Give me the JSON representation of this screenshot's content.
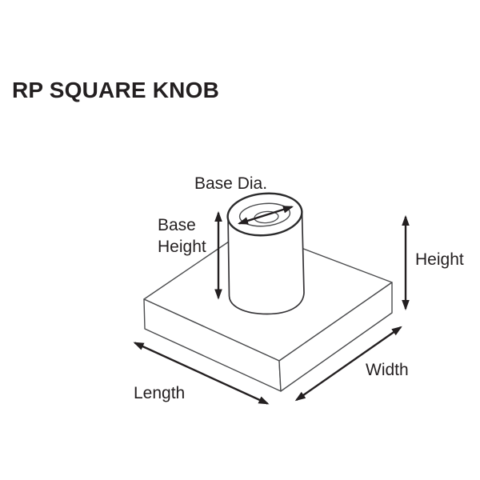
{
  "header": {
    "title": "RP SQUARE KNOB"
  },
  "diagram": {
    "labels": {
      "base_dia": "Base Dia.",
      "base_height": [
        "Base",
        "Height"
      ],
      "height": "Height",
      "width": "Width",
      "length": "Length"
    },
    "colors": {
      "background": "#ffffff",
      "text": "#231f20",
      "arrow": "#231f20",
      "thick_outline": "#2b2b2c",
      "thin_line": "#4b4c4e"
    }
  }
}
